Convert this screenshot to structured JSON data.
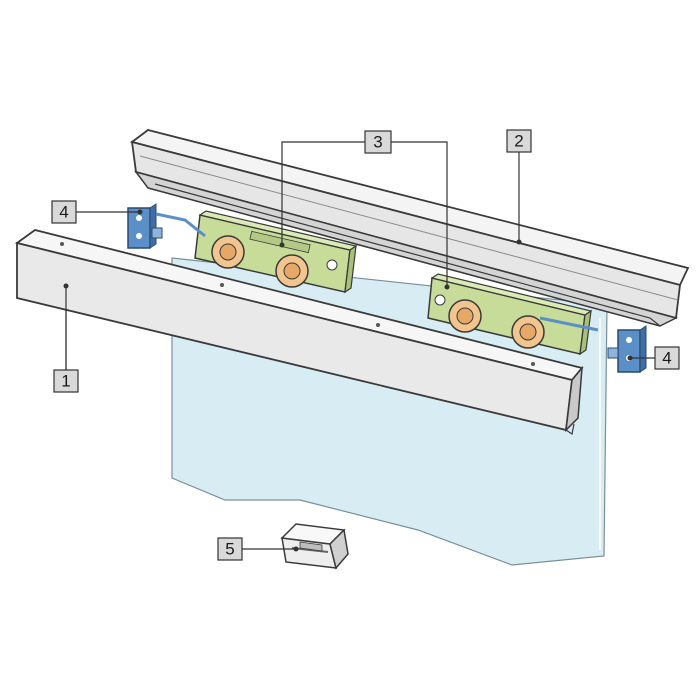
{
  "callouts": [
    {
      "id": "1",
      "label": "1"
    },
    {
      "id": "2",
      "label": "2"
    },
    {
      "id": "3",
      "label": "3"
    },
    {
      "id": "4a",
      "label": "4"
    },
    {
      "id": "4b",
      "label": "4"
    },
    {
      "id": "5",
      "label": "5"
    }
  ],
  "colors": {
    "glass": "#d8ecf3",
    "rail": "#e8e8e8",
    "rail_edge": "#3a3a3a",
    "carriage": "#c8dc9a",
    "wheel": "#f2c48e",
    "bracket": "#5b8fc7",
    "stopper": "#eeeeee"
  },
  "icons": [
    "wheel-icon",
    "bracket-icon",
    "stopper-icon"
  ]
}
